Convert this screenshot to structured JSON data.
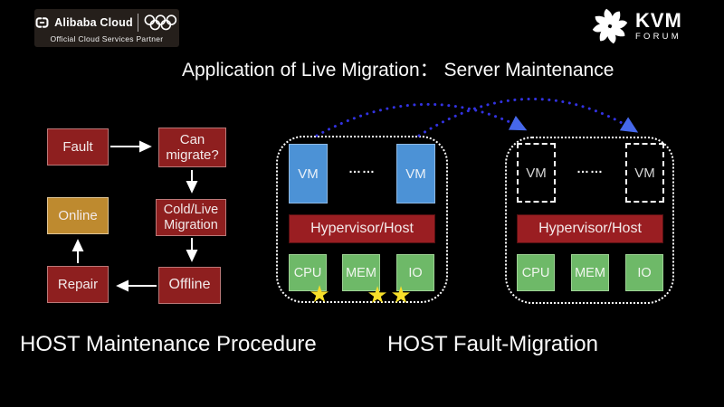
{
  "header": {
    "alibaba_brand": "Alibaba Cloud",
    "alibaba_tagline": "Official Cloud Services Partner",
    "kvm_line1": "KVM",
    "kvm_line2": "FORUM"
  },
  "title": "Application of Live Migration： Server Maintenance",
  "flowchart": {
    "caption": "HOST Maintenance Procedure",
    "fault": "Fault",
    "can_migrate": "Can migrate?",
    "cold_live_migration": "Cold/Live Migration",
    "offline": "Offline",
    "repair": "Repair",
    "online": "Online"
  },
  "migration": {
    "caption": "HOST Fault-Migration",
    "source_host": {
      "vm_left": "VM",
      "ellipsis": "……",
      "vm_right": "VM",
      "hypervisor": "Hypervisor/Host",
      "cpu": "CPU",
      "mem": "MEM",
      "io": "IO"
    },
    "target_host": {
      "vm_left": "VM",
      "ellipsis": "……",
      "vm_right": "VM",
      "hypervisor": "Hypervisor/Host",
      "cpu": "CPU",
      "mem": "MEM",
      "io": "IO"
    }
  },
  "icons": {
    "star": "★",
    "alibaba_logo": "alibaba-cloud-logo-icon",
    "olympic_rings": "olympic-rings-icon",
    "kvm_pinwheel": "kvm-pinwheel-icon"
  },
  "palette": {
    "background": "#000000",
    "box_red": "#8E1F1F",
    "hypervisor_red": "#9A1E22",
    "online_orange": "#BE8A2F",
    "vm_blue": "#4C92D6",
    "resource_green": "#6EB968",
    "star_yellow": "#F7DF2A",
    "migration_arc_blue": "#3232E0",
    "text_white": "#F5F5F5"
  }
}
